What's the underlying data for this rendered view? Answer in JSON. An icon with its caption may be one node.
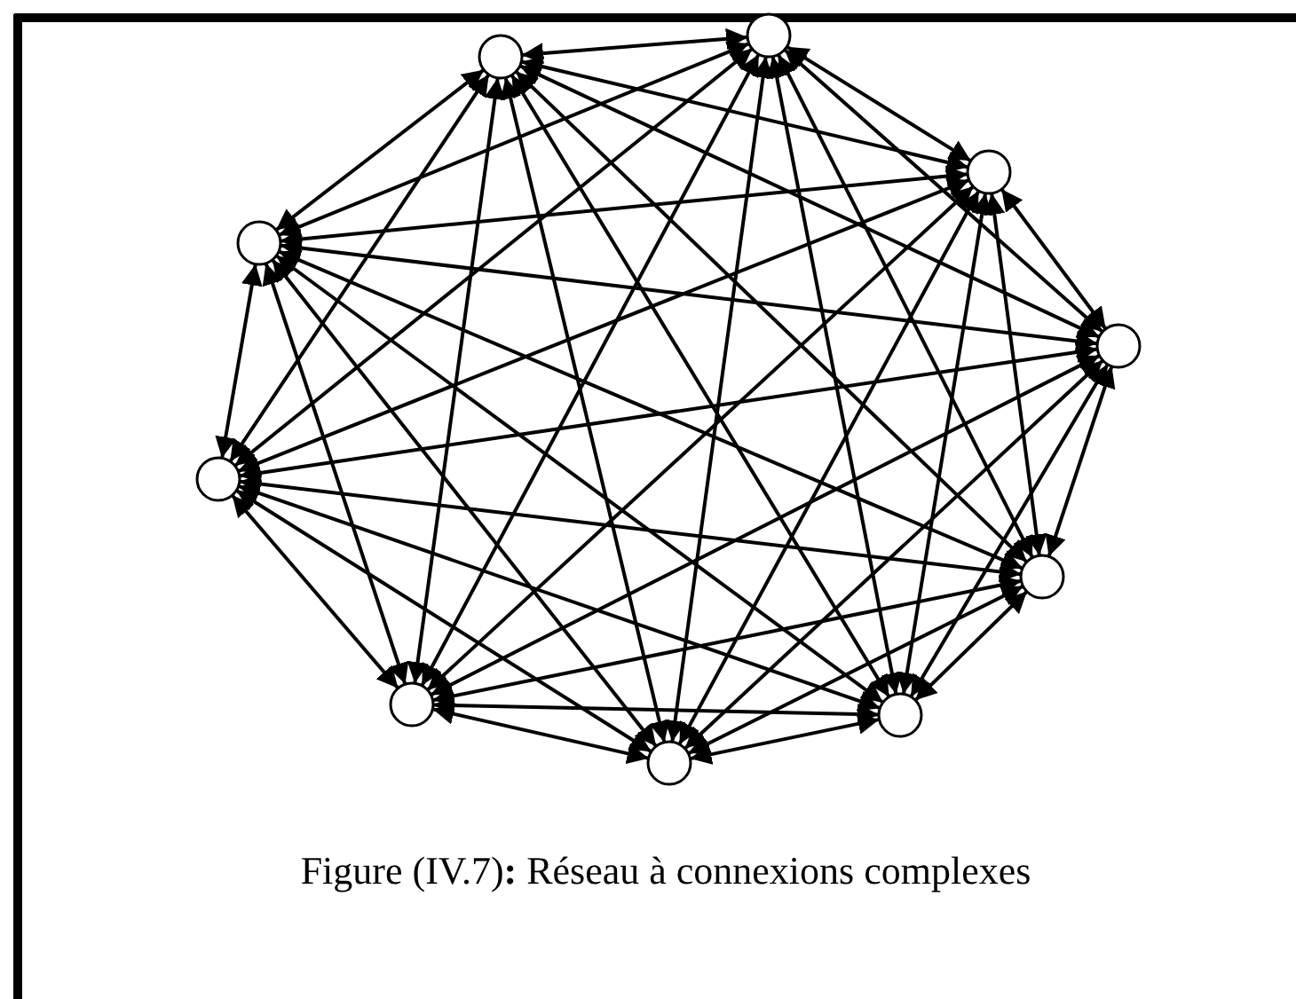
{
  "diagram": {
    "caption": "Figure (IV.7)**:** Réseau à connexions complexes",
    "nodes": [
      {
        "text": [],
        "shape": "circle"
      },
      {
        "text": [],
        "shape": "circle"
      },
      {
        "text": [],
        "shape": "circle"
      },
      {
        "text": [],
        "shape": "circle"
      },
      {
        "text": [],
        "shape": "circle"
      },
      {
        "text": [],
        "shape": "circle"
      },
      {
        "text": [],
        "shape": "circle"
      },
      {
        "text": [],
        "shape": "circle"
      },
      {
        "text": [],
        "shape": "circle"
      },
      {
        "text": [],
        "shape": "circle"
      }
    ],
    "edges": [
      {
        "from": 0,
        "to": 1,
        "arrow": "both"
      },
      {
        "from": 0,
        "to": 2,
        "arrow": "both"
      },
      {
        "from": 0,
        "to": 3,
        "arrow": "both"
      },
      {
        "from": 0,
        "to": 4,
        "arrow": "both"
      },
      {
        "from": 0,
        "to": 5,
        "arrow": "both"
      },
      {
        "from": 0,
        "to": 6,
        "arrow": "both"
      },
      {
        "from": 0,
        "to": 7,
        "arrow": "both"
      },
      {
        "from": 0,
        "to": 8,
        "arrow": "both"
      },
      {
        "from": 0,
        "to": 9,
        "arrow": "both"
      },
      {
        "from": 1,
        "to": 2,
        "arrow": "both"
      },
      {
        "from": 1,
        "to": 3,
        "arrow": "both"
      },
      {
        "from": 1,
        "to": 4,
        "arrow": "both"
      },
      {
        "from": 1,
        "to": 5,
        "arrow": "both"
      },
      {
        "from": 1,
        "to": 6,
        "arrow": "both"
      },
      {
        "from": 1,
        "to": 7,
        "arrow": "both"
      },
      {
        "from": 1,
        "to": 8,
        "arrow": "both"
      },
      {
        "from": 1,
        "to": 9,
        "arrow": "both"
      },
      {
        "from": 2,
        "to": 3,
        "arrow": "both"
      },
      {
        "from": 2,
        "to": 4,
        "arrow": "both"
      },
      {
        "from": 2,
        "to": 5,
        "arrow": "both"
      },
      {
        "from": 2,
        "to": 6,
        "arrow": "both"
      },
      {
        "from": 2,
        "to": 7,
        "arrow": "both"
      },
      {
        "from": 2,
        "to": 8,
        "arrow": "both"
      },
      {
        "from": 2,
        "to": 9,
        "arrow": "both"
      },
      {
        "from": 3,
        "to": 4,
        "arrow": "both"
      },
      {
        "from": 3,
        "to": 5,
        "arrow": "both"
      },
      {
        "from": 3,
        "to": 6,
        "arrow": "both"
      },
      {
        "from": 3,
        "to": 7,
        "arrow": "both"
      },
      {
        "from": 3,
        "to": 8,
        "arrow": "both"
      },
      {
        "from": 3,
        "to": 9,
        "arrow": "both"
      },
      {
        "from": 4,
        "to": 5,
        "arrow": "both"
      },
      {
        "from": 4,
        "to": 6,
        "arrow": "both"
      },
      {
        "from": 4,
        "to": 7,
        "arrow": "both"
      },
      {
        "from": 4,
        "to": 8,
        "arrow": "both"
      },
      {
        "from": 4,
        "to": 9,
        "arrow": "both"
      },
      {
        "from": 5,
        "to": 6,
        "arrow": "both"
      },
      {
        "from": 5,
        "to": 7,
        "arrow": "both"
      },
      {
        "from": 5,
        "to": 8,
        "arrow": "both"
      },
      {
        "from": 5,
        "to": 9,
        "arrow": "both"
      },
      {
        "from": 6,
        "to": 7,
        "arrow": "both"
      },
      {
        "from": 6,
        "to": 8,
        "arrow": "both"
      },
      {
        "from": 6,
        "to": 9,
        "arrow": "both"
      },
      {
        "from": 7,
        "to": 8,
        "arrow": "both"
      },
      {
        "from": 7,
        "to": 9,
        "arrow": "both"
      },
      {
        "from": 8,
        "to": 9,
        "arrow": "both"
      }
    ]
  }
}
